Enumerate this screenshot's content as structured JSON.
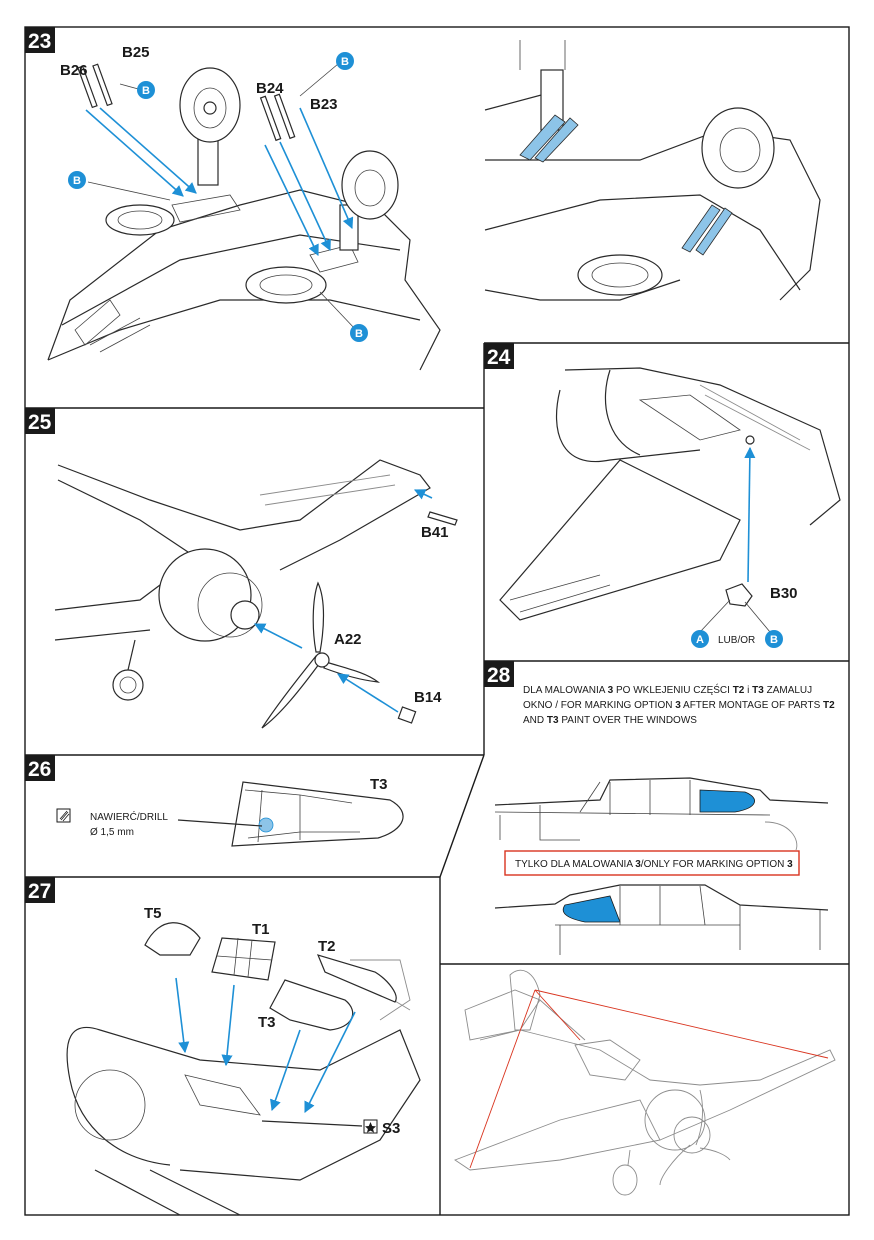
{
  "steps": {
    "s23": {
      "number": "23",
      "parts": [
        "B26",
        "B25",
        "B24",
        "B23"
      ],
      "badge": "B"
    },
    "s24": {
      "number": "24",
      "part": "B30",
      "option_a": "A",
      "option_b": "B",
      "or_text": "LUB/OR"
    },
    "s25": {
      "number": "25",
      "parts": [
        "B41",
        "A22",
        "B14"
      ]
    },
    "s26": {
      "number": "26",
      "drill_label": "NAWIERĆ/DRILL",
      "drill_size": "Ø 1,5 mm",
      "part": "T3"
    },
    "s27": {
      "number": "27",
      "parts": [
        "T5",
        "T1",
        "T2",
        "T3"
      ],
      "decal": "S3"
    },
    "s28": {
      "number": "28",
      "instruction": [
        [
          "DLA MALOWANIA ",
          "3",
          " PO WKLEJENIU CZĘŚCI ",
          "T2",
          " i ",
          "T3",
          " ZAMALUJ"
        ],
        [
          "OKNO / FOR MARKING OPTION ",
          "3",
          " AFTER MONTAGE OF PARTS ",
          "T2"
        ],
        [
          "AND ",
          "T3",
          " PAINT OVER THE WINDOWS"
        ]
      ],
      "box_label": [
        "TYLKO DLA MALOWANIA ",
        "3",
        "/ONLY FOR MARKING OPTION ",
        "3"
      ]
    }
  },
  "colors": {
    "accent_blue": "#1e90d6",
    "step_box": "#1a1a1a",
    "highlight_red": "#d9341f"
  }
}
